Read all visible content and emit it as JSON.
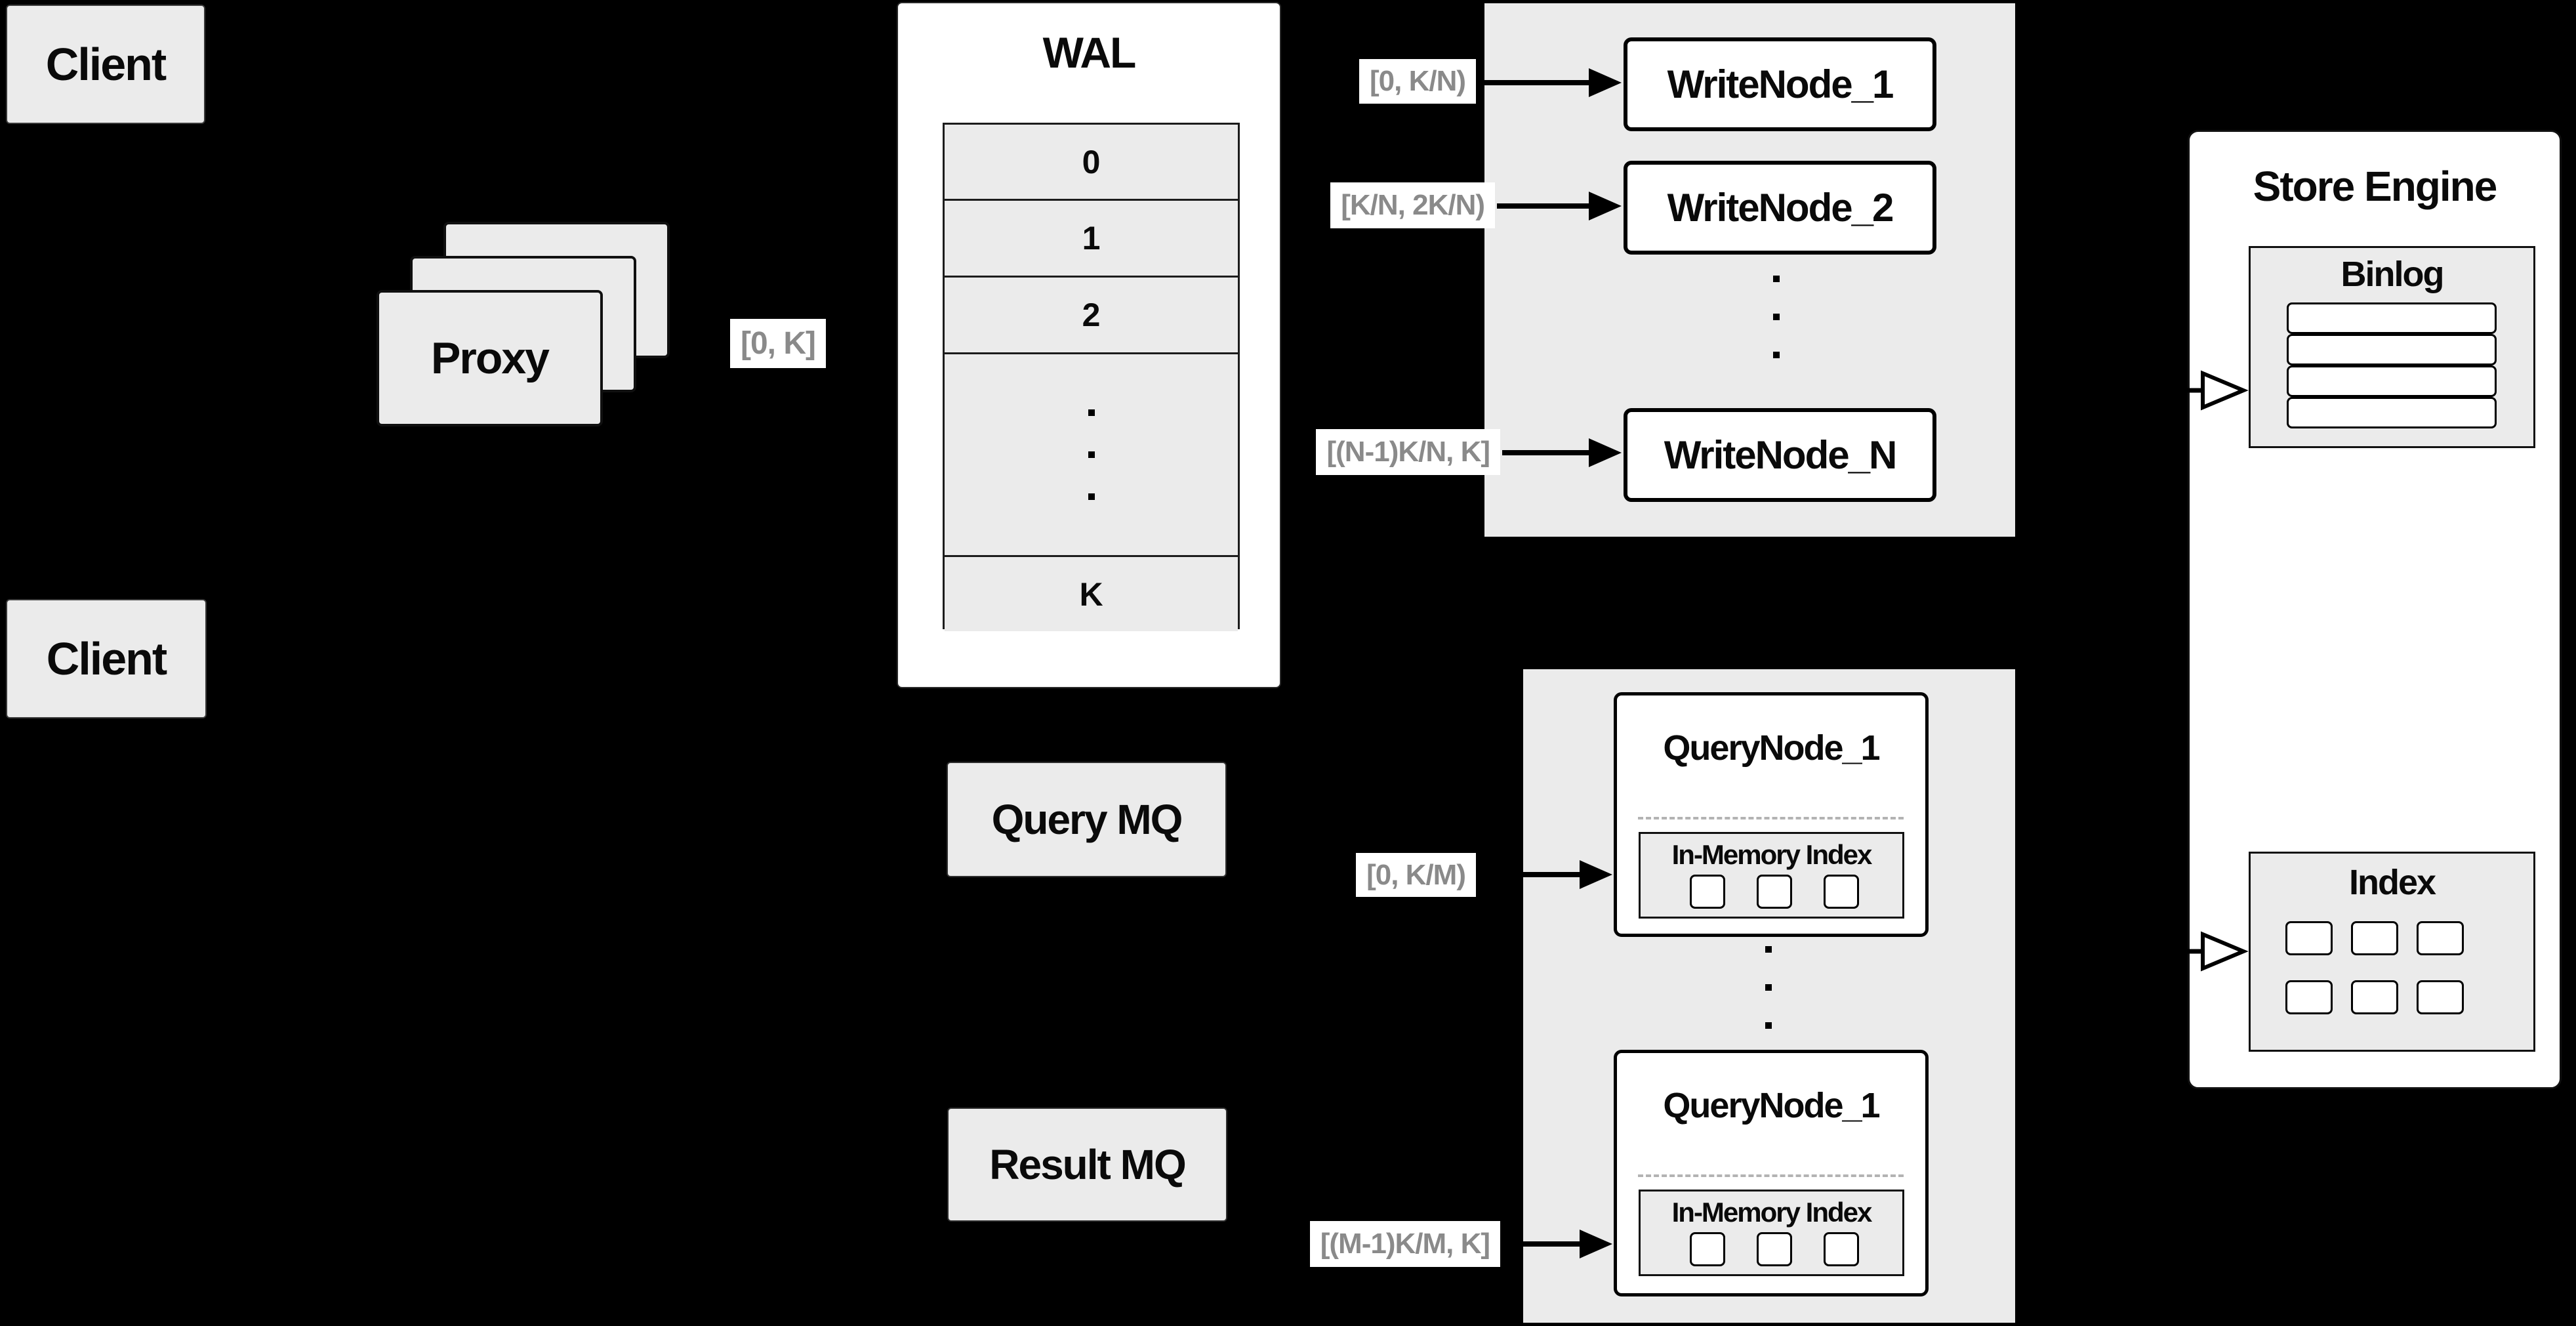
{
  "palette": {
    "background": "#000000",
    "surface": "#ebebeb",
    "node_fill": "#ffffff",
    "line": "#000000",
    "range_text": "#8a8a8a"
  },
  "clients": {
    "top": {
      "label": "Client"
    },
    "bottom": {
      "label": "Client"
    }
  },
  "proxy": {
    "label": "Proxy",
    "range_out": "[0, K]"
  },
  "wal": {
    "title": "WAL",
    "rows": [
      "0",
      "1",
      "2"
    ],
    "last_row": "K"
  },
  "write_cluster": {
    "nodes": [
      {
        "label": "WriteNode_1",
        "range": "[0, K/N)"
      },
      {
        "label": "WriteNode_2",
        "range": "[K/N, 2K/N)"
      },
      {
        "label": "WriteNode_N",
        "range": "[(N-1)K/N, K]"
      }
    ]
  },
  "query_cluster": {
    "query_mq": {
      "label": "Query MQ"
    },
    "result_mq": {
      "label": "Result MQ"
    },
    "nodes": [
      {
        "label": "QueryNode_1",
        "memory_index": "In-Memory Index",
        "range": "[0, K/M)"
      },
      {
        "label": "QueryNode_1",
        "memory_index": "In-Memory Index",
        "range": "[(M-1)K/M, K]"
      }
    ]
  },
  "store_engine": {
    "title": "Store Engine",
    "binlog": {
      "title": "Binlog"
    },
    "index": {
      "title": "Index"
    }
  }
}
